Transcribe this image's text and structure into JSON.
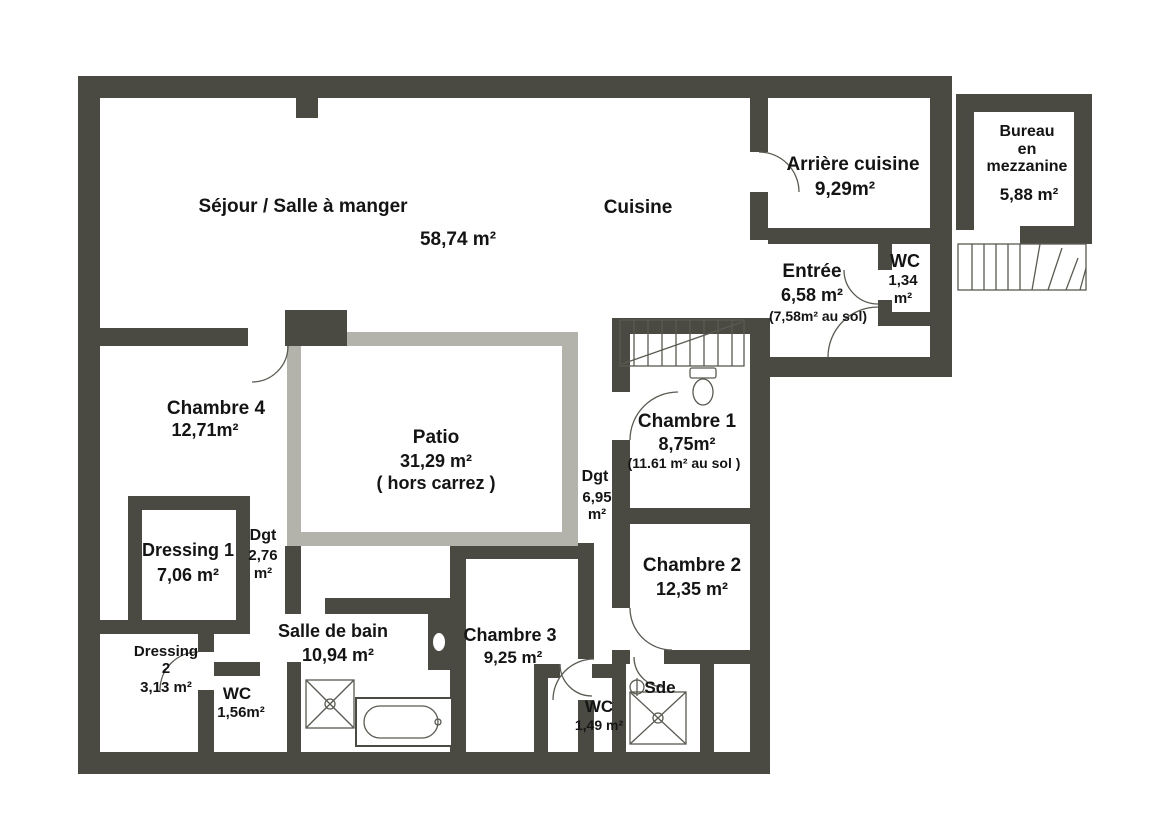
{
  "colors": {
    "wall": "#4a4a42",
    "patio_wall": "#b3b3ab",
    "text": "#141414",
    "background": "#ffffff"
  },
  "rooms": {
    "sejour": {
      "name": "Séjour / Salle à manger",
      "area": "58,74 m²"
    },
    "cuisine": {
      "name": "Cuisine"
    },
    "arriere_cuisine": {
      "name": "Arrière cuisine",
      "area": "9,29m²"
    },
    "entree": {
      "name": "Entrée",
      "area": "6,58 m²",
      "note": "(7,58m² au sol)"
    },
    "wc_entree": {
      "name": "WC",
      "area_line1": "1,34",
      "area_line2": "m²"
    },
    "bureau": {
      "name_lines": [
        "Bureau",
        "en",
        "mezzanine"
      ],
      "area": "5,88 m²"
    },
    "chambre1": {
      "name": "Chambre 1",
      "area": "8,75m²",
      "note": "(11.61 m² au sol )"
    },
    "dgt_est": {
      "name": "Dgt",
      "area_line1": "6,95",
      "area_line2": "m²"
    },
    "chambre2": {
      "name": "Chambre 2",
      "area": "12,35 m²"
    },
    "patio": {
      "name": "Patio",
      "area": "31,29 m²",
      "note": "( hors carrez )"
    },
    "chambre4": {
      "name": "Chambre 4",
      "area": "12,71m²"
    },
    "dressing1": {
      "name": "Dressing 1",
      "area": "7,06 m²"
    },
    "dgt_ouest": {
      "name": "Dgt",
      "area_line1": "2,76",
      "area_line2": "m²"
    },
    "dressing2": {
      "name_lines": [
        "Dressing",
        "2"
      ],
      "area": "3,13 m²"
    },
    "wc_ouest": {
      "name": "WC",
      "area": "1,56m²"
    },
    "salle_de_bain": {
      "name": "Salle de bain",
      "area": "10,94 m²"
    },
    "chambre3": {
      "name": "Chambre 3",
      "area": "9,25 m²"
    },
    "wc_sud": {
      "name": "WC",
      "area": "1,49 m²"
    },
    "sde": {
      "name": "Sde"
    }
  }
}
